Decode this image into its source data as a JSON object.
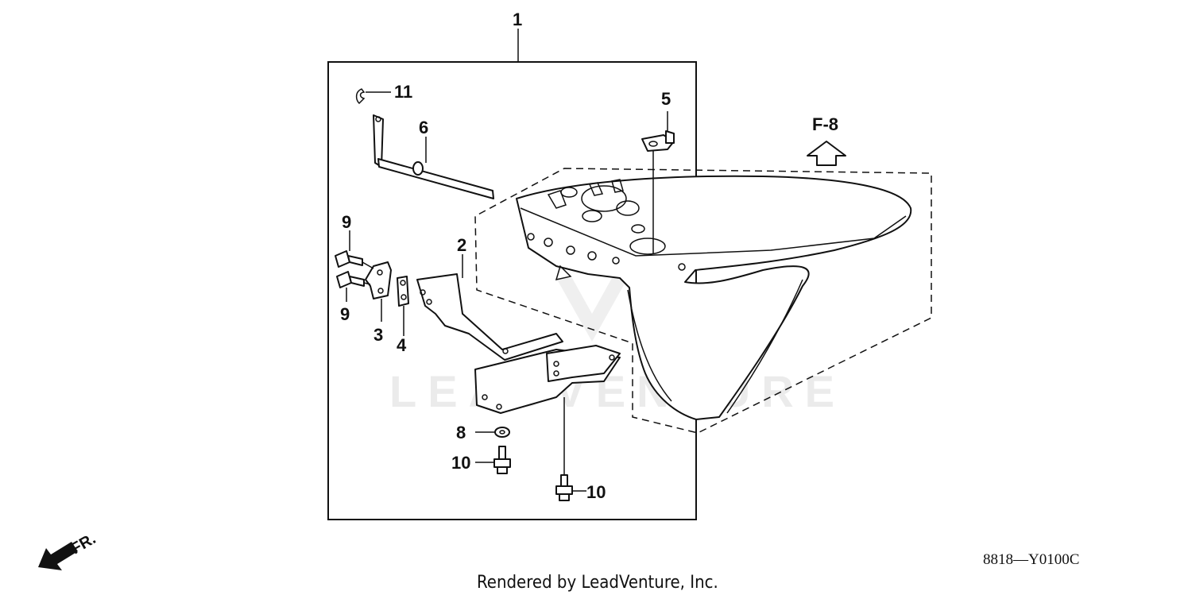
{
  "callouts": {
    "c1": "1",
    "c2": "2",
    "c3": "3",
    "c4": "4",
    "c5": "5",
    "c6": "6",
    "c8": "8",
    "c9a": "9",
    "c9b": "9",
    "c10a": "10",
    "c10b": "10",
    "c11": "11"
  },
  "reference_tag": "F-8",
  "front_label": "FR.",
  "diagram_code": "8818—Y0100C",
  "watermark": "LEADVENTURE",
  "credit": "Rendered by LeadVenture, Inc.",
  "icons": {
    "ref_arrow": "up-outline-arrow-icon",
    "front_arrow": "front-direction-arrow-icon"
  },
  "colors": {
    "line": "#111111",
    "background": "#ffffff",
    "watermark": "#ebebeb"
  }
}
